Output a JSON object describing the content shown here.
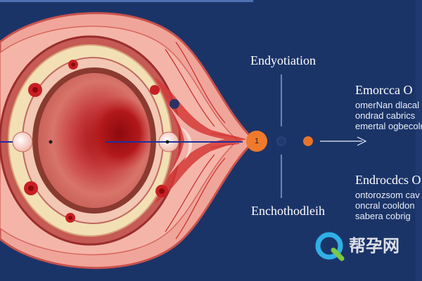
{
  "labels": {
    "top_center": "Endyotiation",
    "bottom_center": "Enchothodleih",
    "right_top_title": "Emorcca O",
    "right_top_lines": [
      "omerNan dlacal",
      "ondrad cabrics",
      "emertal ogbecolri"
    ],
    "right_bottom_title": "Endrocdcs O",
    "right_bottom_lines": [
      "ontorozsom cav",
      "oncral cooldon",
      "sabera cobrig"
    ],
    "badge": "1"
  },
  "watermark": {
    "text": "帮孕网"
  },
  "colors": {
    "background": "#1b3468",
    "badge": "#f07a2c",
    "small_dot_orange": "#e8742c",
    "small_dot_navy": "#1f3a6e",
    "axis_line": "#1b2f9e"
  }
}
